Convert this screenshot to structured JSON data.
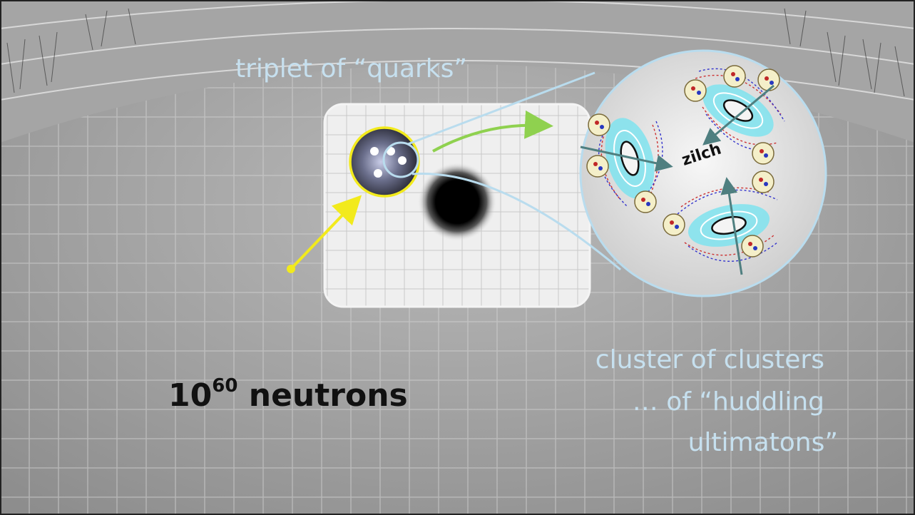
{
  "labels": {
    "quark_triplet": "triplet of “quarks”",
    "cluster_line1": "cluster of clusters",
    "cluster_line2": "… of “huddling",
    "cluster_line3": "ultimatons”",
    "neutron_base": "10",
    "neutron_exponent": "60",
    "neutron_word": " neutrons",
    "zilch": "zilch"
  },
  "colors": {
    "label_text": "#c6e0ef",
    "zoom_outline": "#b9dcee",
    "neutron_ring": "#f2ea1c",
    "yellow_arrow": "#f2ea1c",
    "green_arrow": "#8fd14f",
    "vortex_fill": "#7fe3ee",
    "teal_arrow": "#4f7f80"
  }
}
